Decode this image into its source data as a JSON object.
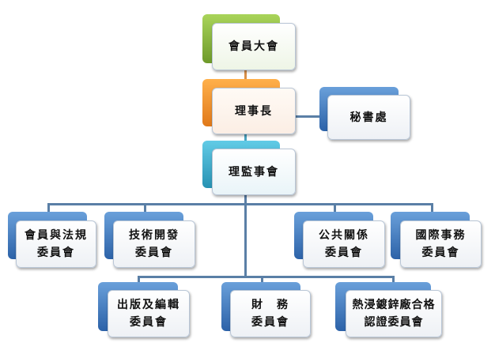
{
  "chart": {
    "general_assembly": "會員大會",
    "chairman": "理事長",
    "secretariat": "秘書處",
    "board": "理監事會",
    "committees": [
      {
        "line1": "會員與法規",
        "line2": "委員會"
      },
      {
        "line1": "技術開發",
        "line2": "委員會"
      },
      {
        "line1": "公共關係",
        "line2": "委員會"
      },
      {
        "line1": "國際事務",
        "line2": "委員會"
      },
      {
        "line1": "出版及編輯",
        "line2": "委員會"
      },
      {
        "line1": "財　務",
        "line2": "委員會"
      },
      {
        "line1": "熱浸鍍鋅廠合格",
        "line2": "認證委員會"
      }
    ]
  }
}
